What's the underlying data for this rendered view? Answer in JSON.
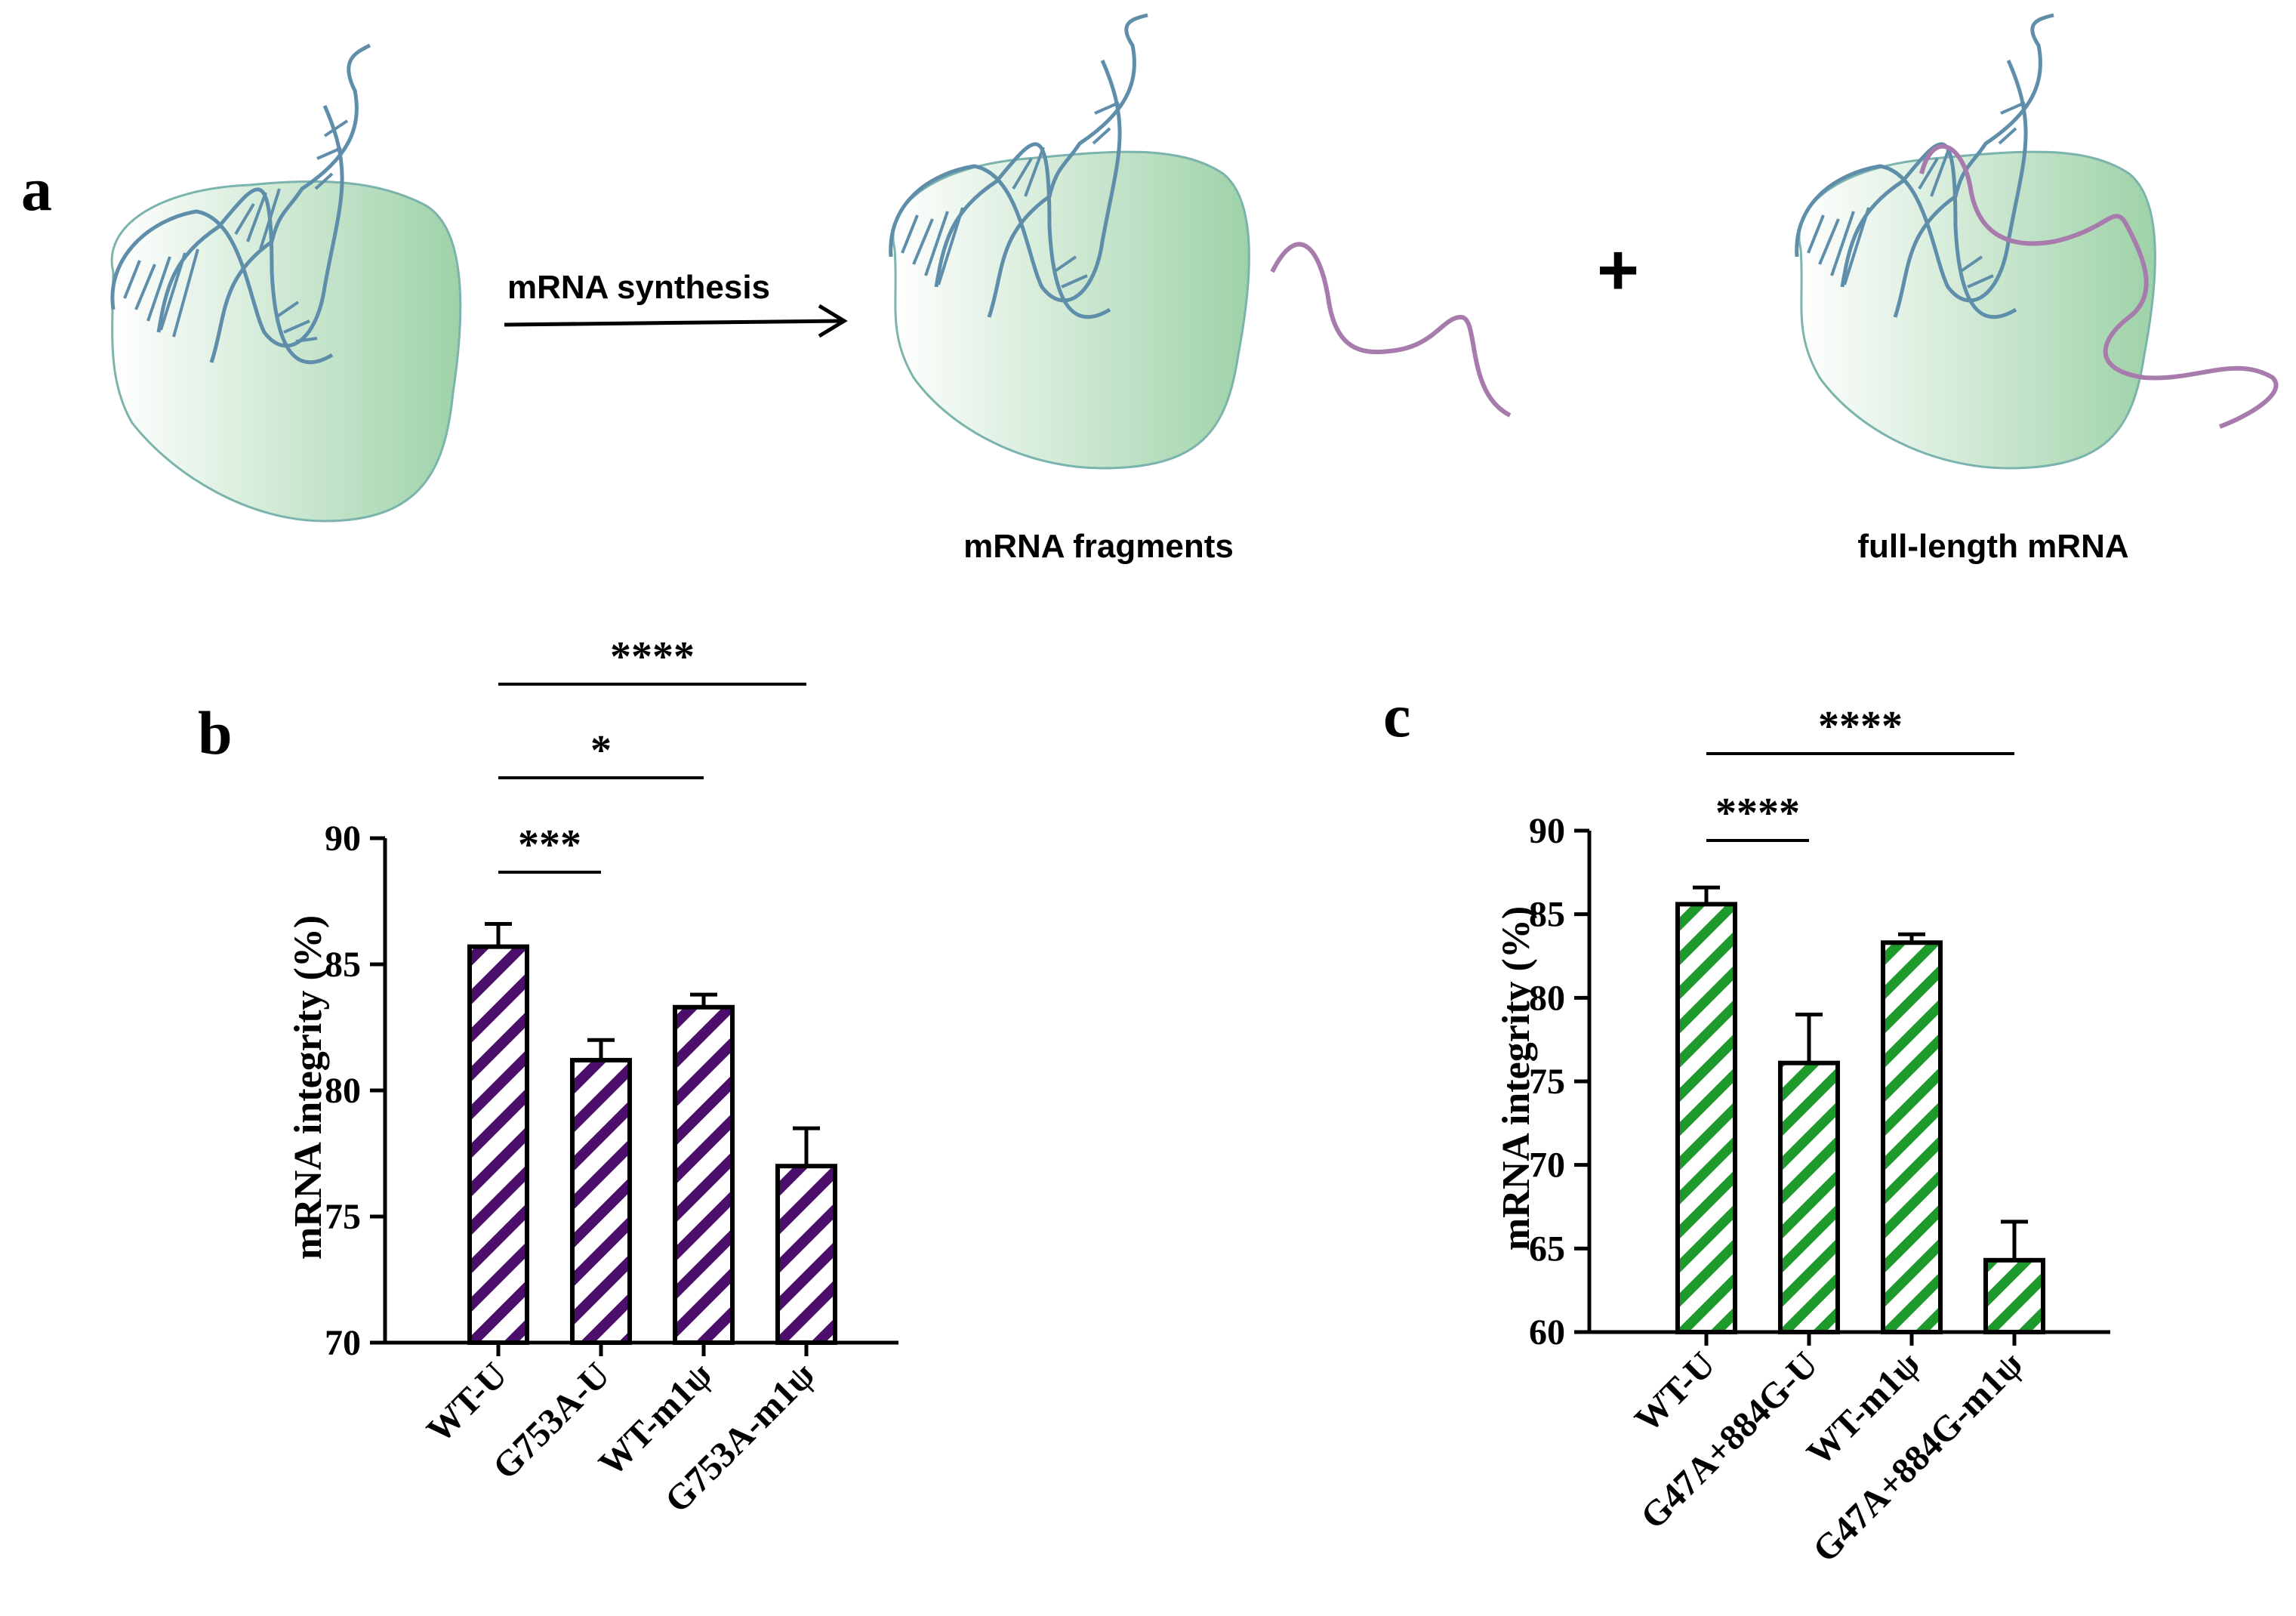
{
  "panel_a": {
    "label": "a",
    "arrow_label": "mRNA synthesis",
    "plus_sign": "+",
    "caption_fragments": "mRNA fragments",
    "caption_full": "full-length mRNA",
    "colors": {
      "enzyme_fill": "#9ed2a8",
      "enzyme_stroke": "#7bb3ad",
      "dna_stroke": "#5f8eab",
      "mrna_stroke": "#a77bac"
    }
  },
  "chart_data": [
    {
      "type": "bar",
      "panel_label": "b",
      "categories": [
        "WT-U",
        "G753A-U",
        "WT-m1ψ",
        "G753A-m1ψ"
      ],
      "values": [
        85.7,
        81.2,
        83.3,
        77.0
      ],
      "errors": [
        0.9,
        0.8,
        0.5,
        1.5
      ],
      "ylabel": "mRNA integrity (%)",
      "ylim": [
        70,
        90
      ],
      "yticks": [
        70,
        75,
        80,
        85,
        90
      ],
      "bar_color": "#4b0f6b",
      "fill_pattern": "diagonal-hatch",
      "significance": [
        {
          "from": 0,
          "to": 1,
          "label": "***"
        },
        {
          "from": 0,
          "to": 2,
          "label": "*"
        },
        {
          "from": 0,
          "to": 3,
          "label": "****"
        }
      ]
    },
    {
      "type": "bar",
      "panel_label": "c",
      "categories": [
        "WT-U",
        "G47A+884G-U",
        "WT-m1ψ",
        "G47A+884G-m1ψ"
      ],
      "values": [
        85.6,
        76.1,
        83.3,
        64.3
      ],
      "errors": [
        1.0,
        2.9,
        0.5,
        2.3
      ],
      "ylabel": "mRNA integrity (%)",
      "ylim": [
        60,
        90
      ],
      "yticks": [
        60,
        65,
        70,
        75,
        80,
        85,
        90
      ],
      "bar_color": "#1e9a2c",
      "fill_pattern": "diagonal-hatch",
      "significance": [
        {
          "from": 0,
          "to": 1,
          "label": "****"
        },
        {
          "from": 0,
          "to": 3,
          "label": "****"
        }
      ]
    }
  ]
}
